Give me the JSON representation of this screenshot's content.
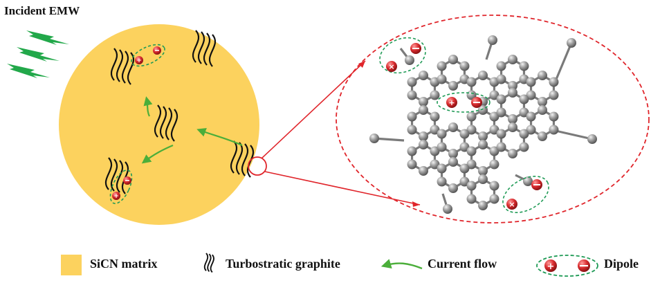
{
  "title": "Incident EMW",
  "legend": {
    "matrix": "SiCN matrix",
    "graphite": "Turbostratic graphite",
    "current": "Current flow",
    "dipole": "Dipole"
  },
  "colors": {
    "matrix": "#FCD25E",
    "wave": "#22A84A",
    "arrow": "#4BAE3A",
    "zoom": "#E0252B",
    "atom": "#8E8E8E",
    "charge": "#D82B2E",
    "dipole_ring": "#1E9A55"
  },
  "icons": [
    "lightning-wave-icon",
    "graphite-stack-icon",
    "current-arrow-icon",
    "dipole-icon",
    "atom-icon"
  ]
}
